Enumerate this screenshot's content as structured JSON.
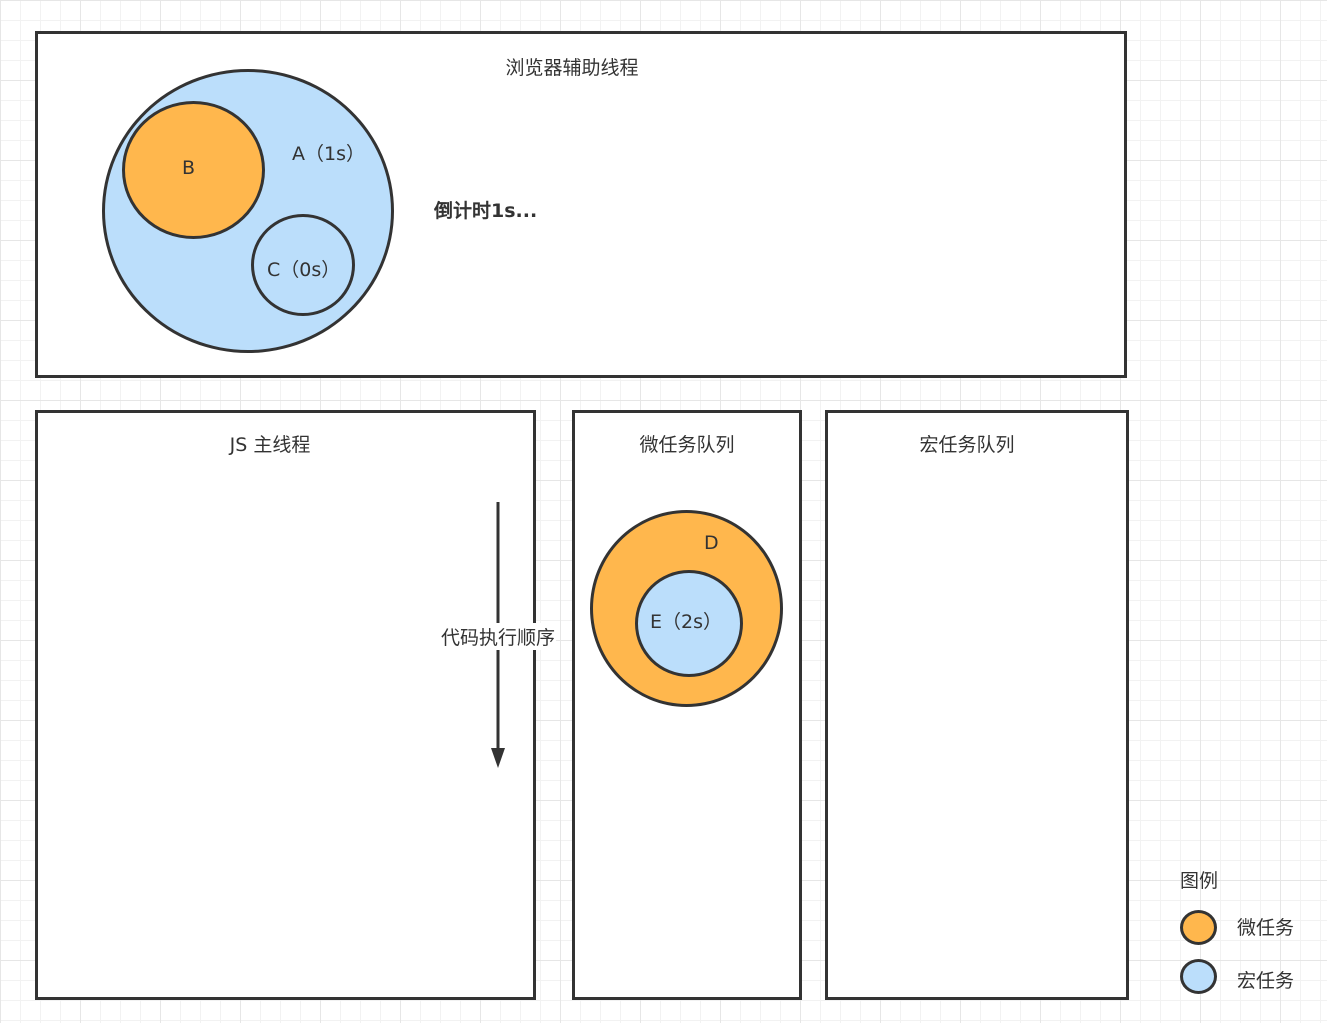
{
  "colors": {
    "micro_task": "#FFB74D",
    "macro_task": "#BBDEFB",
    "stroke": "#333333"
  },
  "browser_thread": {
    "title": "浏览器辅助线程",
    "countdown": "倒计时1s...",
    "task_a": "A（1s）",
    "task_b": "B",
    "task_c": "C（0s）"
  },
  "js_main_thread": {
    "title": "JS 主线程",
    "arrow_label": "代码执行顺序"
  },
  "micro_queue": {
    "title": "微任务队列",
    "task_d": "D",
    "task_e": "E（2s）"
  },
  "macro_queue": {
    "title": "宏任务队列"
  },
  "legend": {
    "title": "图例",
    "items": [
      "微任务",
      "宏任务"
    ]
  }
}
